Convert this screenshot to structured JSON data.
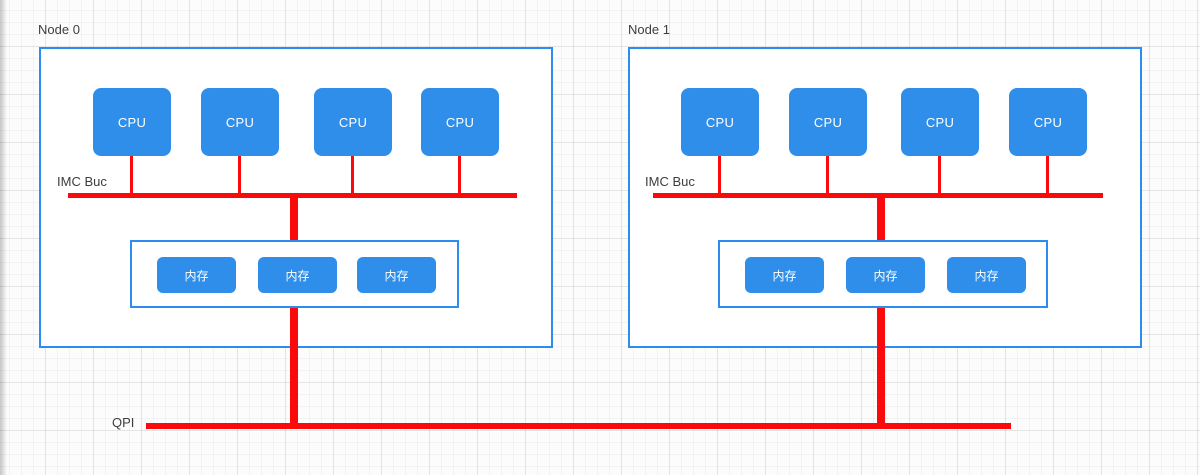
{
  "canvas": {
    "type": "grid-diagram-canvas"
  },
  "nodes": [
    {
      "title": "Node 0",
      "bus_label": "IMC Buc",
      "cpus": [
        "CPU",
        "CPU",
        "CPU",
        "CPU"
      ],
      "memory": [
        "内存",
        "内存",
        "内存"
      ]
    },
    {
      "title": "Node 1",
      "bus_label": "IMC Buc",
      "cpus": [
        "CPU",
        "CPU",
        "CPU",
        "CPU"
      ],
      "memory": [
        "内存",
        "内存",
        "内存"
      ]
    }
  ],
  "qpi_label": "QPI",
  "colors": {
    "node_border": "#2d8cf0",
    "block_fill": "#2e8eea",
    "bus_red": "#fa0a0a",
    "label_text": "#3d3d3d"
  }
}
